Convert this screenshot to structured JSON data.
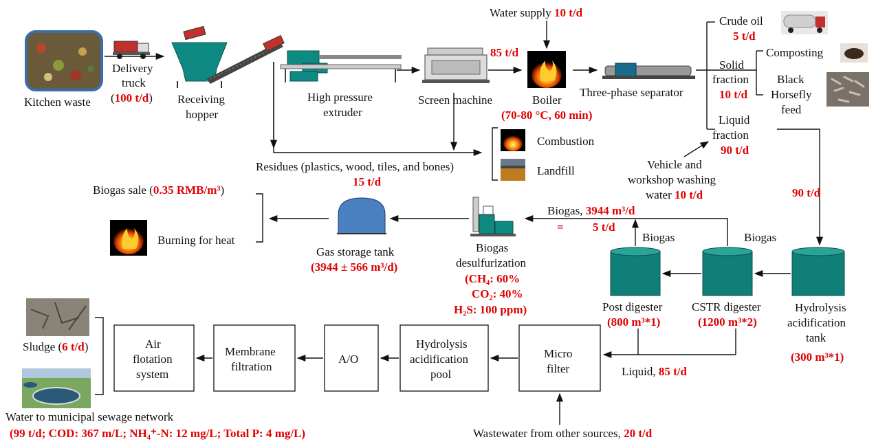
{
  "diagram": {
    "kitchen_waste": "Kitchen waste",
    "delivery_truck_1": "Delivery",
    "delivery_truck_2": "truck",
    "delivery_rate": "100 t/d",
    "receiving_hopper_1": "Receiving",
    "receiving_hopper_2": "hopper",
    "extruder_1": "High pressure",
    "extruder_2": "extruder",
    "screen_machine": "Screen machine",
    "screen_rate": "85 t/d",
    "water_supply": "Water supply",
    "water_supply_rate": "10 t/d",
    "boiler": "Boiler",
    "boiler_conditions": "(70-80 °C, 60 min)",
    "separator": "Three-phase separator",
    "crude_oil": "Crude oil",
    "crude_oil_rate": "5 t/d",
    "solid_1": "Solid",
    "solid_2": "fraction",
    "solid_rate": "10 t/d",
    "composting": "Composting",
    "bsf_1": "Black",
    "bsf_2": "Horsefly",
    "bsf_3": "feed",
    "liquid_1": "Liquid",
    "liquid_2": "fraction",
    "liquid_rate": "90 t/d",
    "residues": "Residues (plastics, wood, tiles, and bones)",
    "residues_rate": "15 t/d",
    "combustion": "Combustion",
    "landfill": "Landfill",
    "washing_1": "Vehicle and",
    "washing_2": "workshop washing",
    "washing_3": "water",
    "washing_rate": "10 t/d",
    "to_hydrolysis_rate": "90 t/d",
    "biogas_sale_label": "Biogas sale (",
    "biogas_sale_price": "0.35 RMB/m³",
    "biogas_sale_close": ")",
    "burning_for_heat": "Burning for heat",
    "gas_tank": "Gas storage tank",
    "gas_tank_rate": "(3944 ± 566 m³/d)",
    "desulf_1": "Biogas",
    "desulf_2": "desulfurization",
    "ch4": "(CH₄: 60%",
    "co2": "CO₂: 40%",
    "h2s": "H₂S: 100 ppm)",
    "biogas_flow_label": "Biogas,",
    "biogas_flow_rate": "3944 m³/d",
    "biogas_flow_eq": "=",
    "biogas_flow_rate2": "5 t/d",
    "biogas_label_post": "Biogas",
    "biogas_label_cstr": "Biogas",
    "post_digester": "Post digester",
    "post_digester_size": "(800 m³*1)",
    "cstr_digester": "CSTR digester",
    "cstr_size": "(1200 m³*2)",
    "hydrolysis_tank_1": "Hydrolysis",
    "hydrolysis_tank_2": "acidification",
    "hydrolysis_tank_3": "tank",
    "hydrolysis_tank_size": "(300 m³*1)",
    "liquid_label": "Liquid,",
    "liquid_out_rate": "85 t/d",
    "micro_filter_1": "Micro",
    "micro_filter_2": "filter",
    "hydro_pool_1": "Hydrolysis",
    "hydro_pool_2": "acidification",
    "hydro_pool_3": "pool",
    "ao": "A/O",
    "membrane_1": "Membrane",
    "membrane_2": "filtration",
    "air_1": "Air",
    "air_2": "flotation",
    "air_3": "system",
    "sludge_label": "Sludge (",
    "sludge_rate": "6 t/d",
    "sludge_close": ")",
    "water_out": "Water to municipal sewage network",
    "water_out_quality": "(99 t/d; COD: 367 m/L; NH₄⁺-N: 12 mg/L; Total P: 4 mg/L)",
    "other_ww": "Wastewater from other sources,",
    "other_ww_rate": "20 t/d"
  }
}
